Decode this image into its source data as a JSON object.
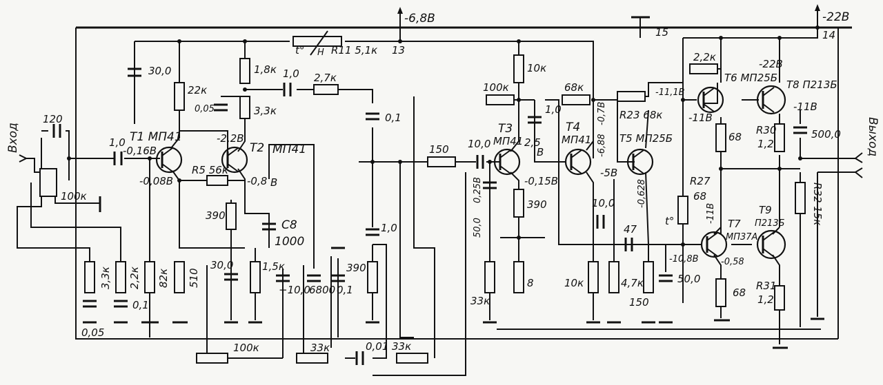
{
  "labels": {
    "input": "Вход",
    "output": "Выход",
    "supply_neg68": "-6,8В",
    "supply_neg22": "-22В",
    "node_13": "13",
    "node_14": "14",
    "node_15": "15",
    "r11": "R11 5,1к",
    "thermo_t": "t°",
    "thermo_h": "Н",
    "c_in_120": "120",
    "c_in_1": "1,0",
    "pot_100k_in": "100к",
    "c_30_top": "30,0",
    "r_22k": "22к",
    "r_18k": "1,8к",
    "r_33k_top": "3,3к",
    "c_005": "0,05",
    "c_10_mid": "1,0",
    "r_27k": "2,7к",
    "t1": "Т1 МП41",
    "t1_b": "-0,16В",
    "t1_e": "-0,08В",
    "t2": "Т2",
    "t2_type": "МП41",
    "t2_c": "-2,2В",
    "t2_e": "-0,8",
    "t2_e_unit": "В",
    "r5": "R5 56к",
    "r_390_a": "390",
    "c8": "С8",
    "c8_val": "1000",
    "r_33k_b": "3,3к",
    "r_22k_b": "2,2к",
    "r_82k": "82к",
    "r_510": "510",
    "c_01_a": "0,1",
    "c_005_b": "0,05",
    "c_30_b": "30,0",
    "r_15k": "1,5к",
    "c_10_b": "+10,0",
    "c_6800": "6800",
    "c_01_b": "0,1",
    "r_390_b": "390",
    "c_01_top": "0,1",
    "c_10_c": "1,0",
    "pot_100k_b": "100к",
    "pot_33k_a": "33к",
    "c_001": "0,01",
    "pot_33k_b": "33к",
    "r_150_a": "150",
    "c_100_t3": "10,0",
    "t3_b": "0,25В",
    "c_500_t3": "50,0",
    "t3": "Т3",
    "t3_type": "МП41",
    "t3_c": "2,5",
    "t3_c_unit": "В",
    "t3_e": "-0,15В",
    "r_100k_t3": "100к",
    "r_10k_t3": "10к",
    "c_10_t3": "1,0",
    "r_390_t3": "390",
    "r_33k_t3": "33к",
    "r_8": "8",
    "r_68k": "68к",
    "t4": "Т4",
    "t4_type": "МП41",
    "t4_c": "-6,88",
    "t4_c2": "-0,7В",
    "t4_e": "-5В",
    "c_100_t4": "10,0",
    "r_10k_t4": "10к",
    "r23": "R23 68к",
    "r23_v": "-11,1В",
    "t5": "Т5 МП25Б",
    "t5_v": "-0,628",
    "c_47": "47",
    "r_47k": "4,7к",
    "r_150_b": "150",
    "c_500_b": "50,0",
    "r_22k_t6": "2,2к",
    "t6": "Т6 МП25Б",
    "t6_v": "-11В",
    "r_68_t6": "68",
    "t8": "Т8 П213Б",
    "t8_v": "-22В",
    "t8_e": "-11В",
    "r30": "R30",
    "r30_val": "1,2",
    "c_5000": "500,0",
    "r27": "R27",
    "r27_val": "68",
    "r27_t": "t°",
    "t7_v": "-11В",
    "t7": "Т7",
    "t7_type": "МП37А",
    "t7_b": "-10,8В",
    "t7_e": "-0,58",
    "t9": "Т9",
    "t9_type": "П213Б",
    "r_68_t7": "68",
    "r31": "R31",
    "r31_val": "1,2",
    "r32": "R32 15к"
  }
}
